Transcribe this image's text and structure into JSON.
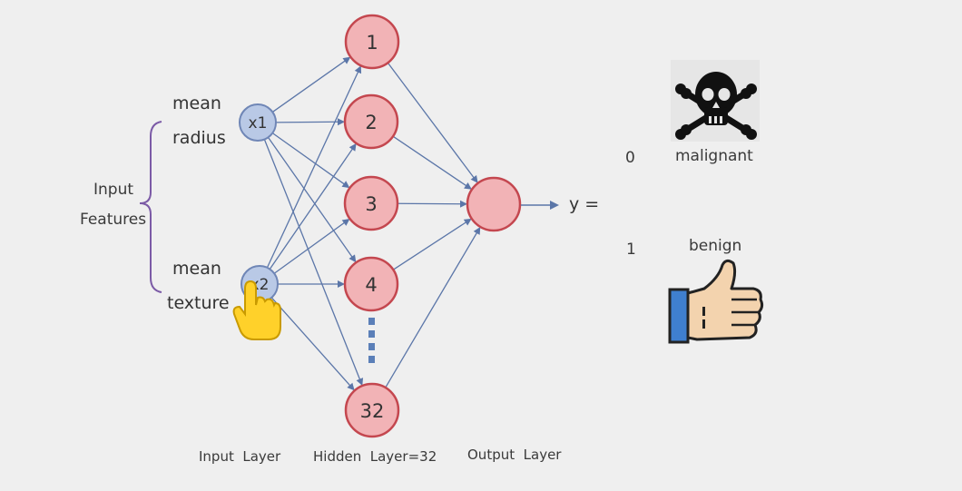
{
  "inputs": {
    "group_label_line1": "Input",
    "group_label_line2": "Features",
    "x1": {
      "label": "x1",
      "feature_line1": "mean",
      "feature_line2": "radius"
    },
    "x2": {
      "label": "x2",
      "feature_line1": "mean",
      "feature_line2": "texture"
    }
  },
  "hidden": {
    "nodes": [
      "1",
      "2",
      "3",
      "4",
      "32"
    ]
  },
  "output": {
    "equation": "y ="
  },
  "classes": [
    {
      "value": "0",
      "name": "malignant",
      "icon": "skull-crossbones-icon"
    },
    {
      "value": "1",
      "name": "benign",
      "icon": "thumbs-up-icon"
    }
  ],
  "layers": {
    "input": "Input  Layer",
    "hidden": "Hidden  Layer=32",
    "output": "Output  Layer"
  },
  "colors": {
    "background": "#efefef",
    "hidden_node_fill": "#f2b3b6",
    "hidden_node_stroke": "#c4474f",
    "input_node_fill": "#b9c9e6",
    "input_node_stroke": "#6f86b6",
    "edge": "#5b76a8",
    "brace": "#7b5aa6"
  }
}
